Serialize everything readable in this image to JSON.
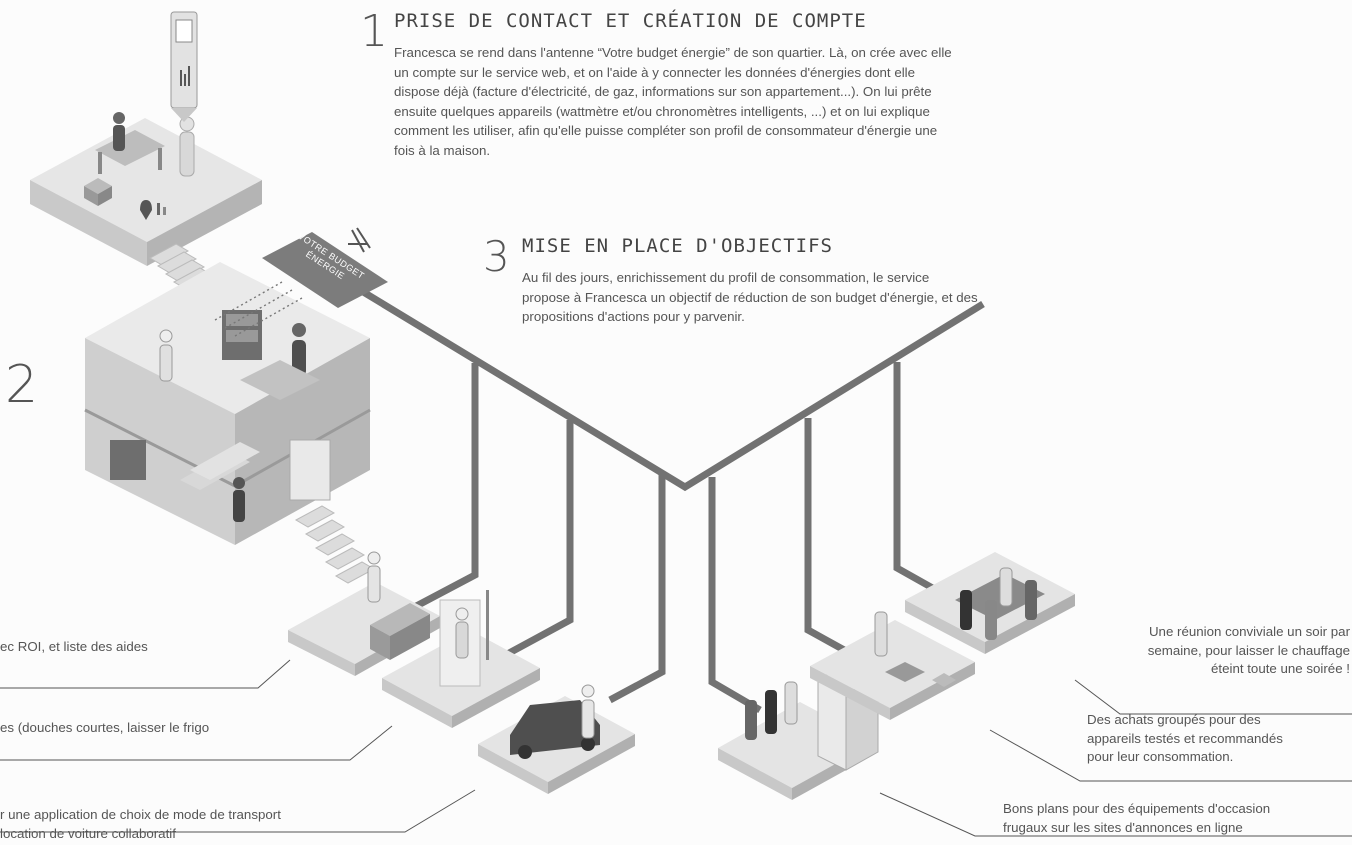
{
  "step1": {
    "number": "1",
    "title": "PRISE DE CONTACT ET CRÉATION DE COMPTE",
    "lines": [
      "Francesca se rend dans l'antenne “Votre budget énergie” de son quartier. Là, on crée avec elle",
      "un compte sur le service web, et on l'aide à y connecter les données d'énergies dont elle",
      "dispose déjà (facture d'électricité, de gaz, informations sur son appartement...). On lui prête",
      "ensuite quelques appareils (wattmètre et/ou chronomètres intelligents, ...) et on lui explique",
      "comment les utiliser, afin qu'elle puisse compléter son profil de consommateur d'énergie une",
      "fois à la maison."
    ]
  },
  "step2": {
    "number": "2"
  },
  "step3": {
    "number": "3",
    "title": "MISE EN PLACE D'OBJECTIFS",
    "lines": [
      "Au fil des jours, enrichissement du profil de consommation, le service",
      "propose à Francesca un objectif de réduction de son budget d'énergie, et des",
      "propositions d'actions pour y parvenir."
    ]
  },
  "sign": {
    "line1": "VOTRE BUDGET",
    "line2": "ÉNERGIE"
  },
  "captions_left": [
    {
      "lines": [
        "ec ROI, et liste des aides"
      ]
    },
    {
      "lines": [
        "es (douches courtes, laisser le frigo"
      ]
    },
    {
      "lines": [
        "r une application de choix de mode de transport",
        "location de voiture collaboratif"
      ]
    }
  ],
  "captions_right": [
    {
      "lines": [
        "Une réunion conviviale un soir par",
        "semaine, pour laisser le chauffage",
        "éteint toute une soirée !"
      ]
    },
    {
      "lines": [
        "Des achats groupés pour des",
        "appareils testés et recommandés",
        "pour leur consommation."
      ]
    },
    {
      "lines": [
        "Bons plans pour des équipements d'occasion",
        "frugaux sur les sites d'annonces en ligne"
      ]
    }
  ],
  "colors": {
    "pipe": "#707070",
    "floor": "#e4e4e4",
    "wall": "#cfcfcf",
    "text": "#555555"
  }
}
